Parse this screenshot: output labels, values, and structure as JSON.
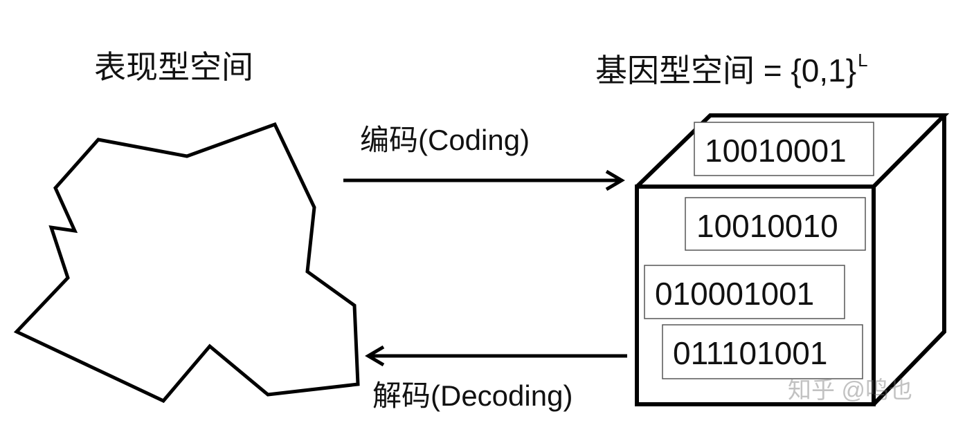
{
  "titles": {
    "phenotype_space": "表现型空间",
    "genotype_space": "基因型空间 = {0,1}",
    "genotype_superscript": "L"
  },
  "arrows": {
    "coding_label": "编码(Coding)",
    "decoding_label": "解码(Decoding)"
  },
  "genotype_box": {
    "codes": [
      "10010001",
      "10010010",
      "010001001",
      "011101001"
    ]
  },
  "watermark": "知乎 @鸣也",
  "colors": {
    "stroke": "#000000",
    "text": "#111111",
    "box_border": "#555555"
  }
}
